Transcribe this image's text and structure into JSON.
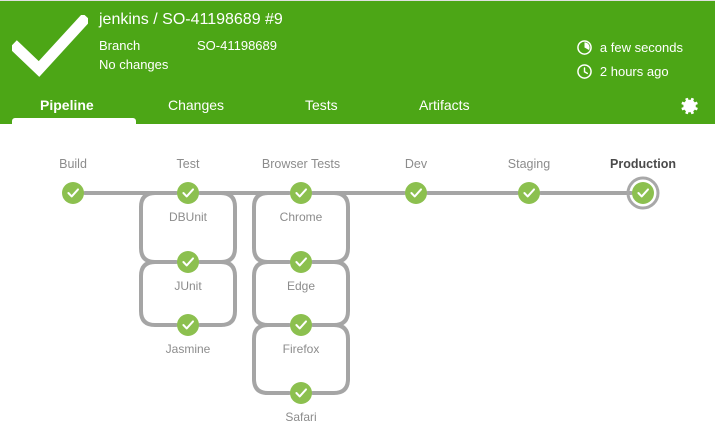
{
  "header": {
    "status_icon": "checkmark-icon",
    "title": "jenkins / SO-41198689 #9",
    "branch_label": "Branch",
    "branch_value": "SO-41198689",
    "changes_text": "No changes",
    "duration_icon": "duration-clock-icon",
    "duration_text": "a few seconds",
    "time_icon": "clock-icon",
    "time_text": "2 hours ago",
    "accent_color": "#4ca616"
  },
  "tabs": {
    "items": [
      {
        "label": "Pipeline",
        "active": true
      },
      {
        "label": "Changes",
        "active": false
      },
      {
        "label": "Tests",
        "active": false
      },
      {
        "label": "Artifacts",
        "active": false
      }
    ],
    "settings_icon": "gear-icon"
  },
  "pipeline": {
    "node_color": "#8cc04f",
    "node_selected_ring": "#a8a8a8",
    "connector_color": "#a5a5a5",
    "stages": [
      {
        "name": "Build",
        "selected": false,
        "status": "success",
        "children": []
      },
      {
        "name": "Test",
        "selected": false,
        "status": "success",
        "children": [
          {
            "name": "DBUnit",
            "status": "success"
          },
          {
            "name": "JUnit",
            "status": "success"
          },
          {
            "name": "Jasmine",
            "status": "success"
          }
        ]
      },
      {
        "name": "Browser Tests",
        "selected": false,
        "status": "success",
        "children": [
          {
            "name": "Chrome",
            "status": "success"
          },
          {
            "name": "Edge",
            "status": "success"
          },
          {
            "name": "Firefox",
            "status": "success"
          },
          {
            "name": "Safari",
            "status": "success"
          }
        ]
      },
      {
        "name": "Dev",
        "selected": false,
        "status": "success",
        "children": []
      },
      {
        "name": "Staging",
        "selected": false,
        "status": "success",
        "children": []
      },
      {
        "name": "Production",
        "selected": true,
        "status": "success",
        "children": []
      }
    ]
  }
}
